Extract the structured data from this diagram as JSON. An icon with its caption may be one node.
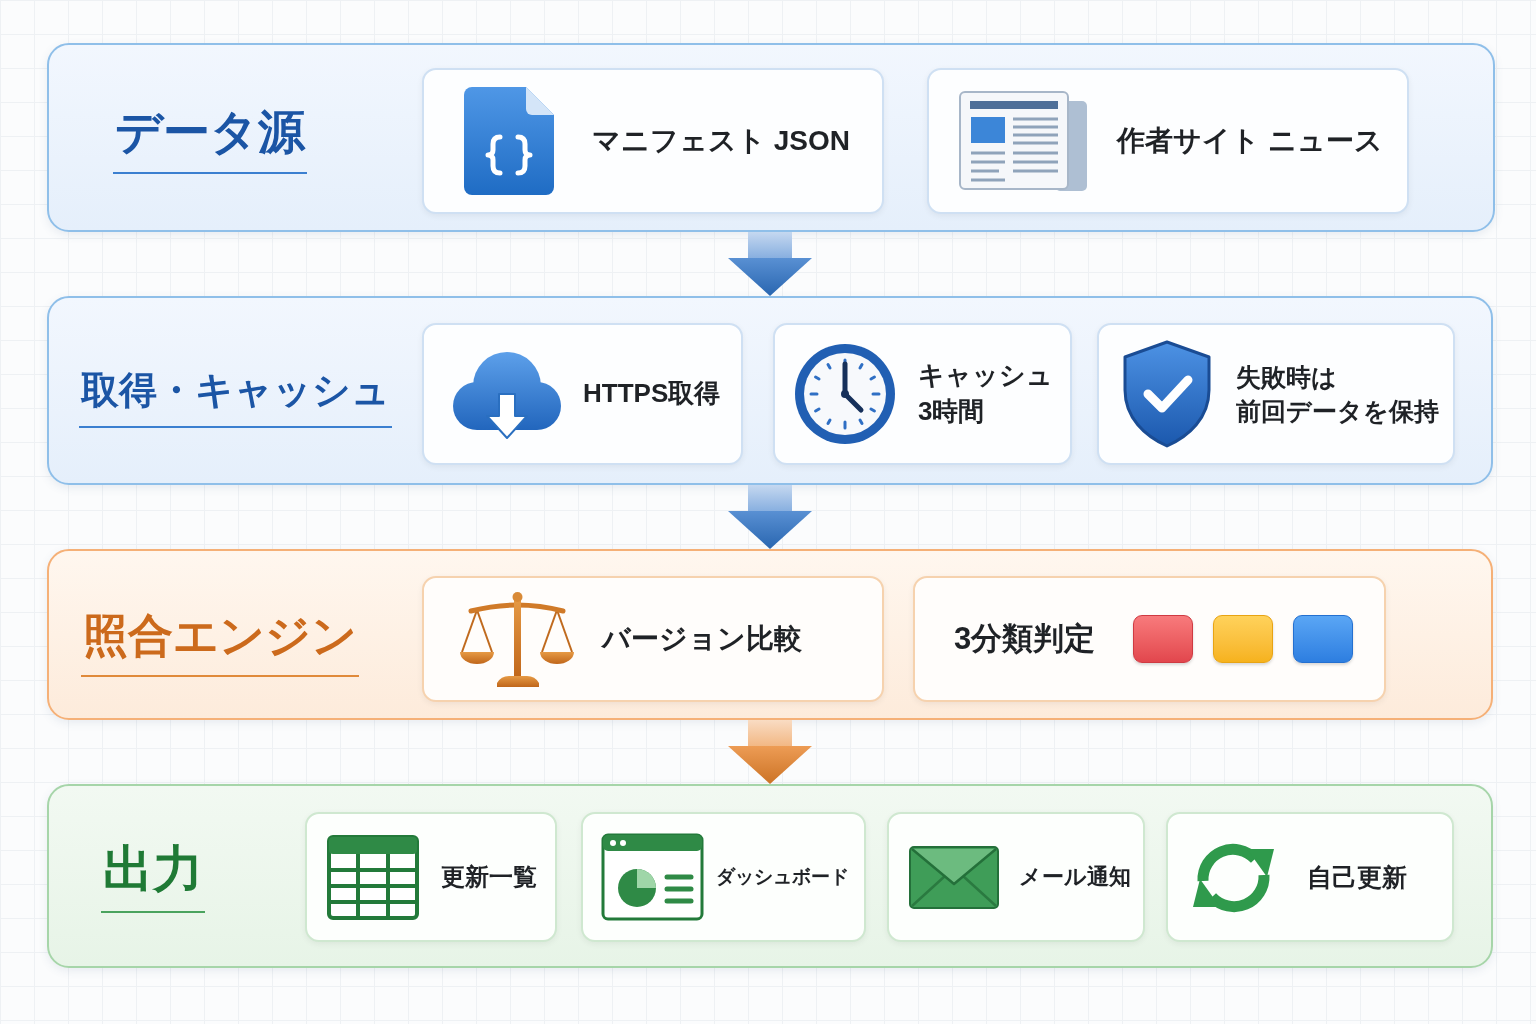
{
  "diagram": {
    "nodes": [
      {
        "text": [
          "データ源"
        ]
      },
      {
        "text": [
          "マニフェスト JSON"
        ],
        "in": 0
      },
      {
        "text": [
          "作者サイト ニュース"
        ],
        "in": 0
      },
      {
        "text": [
          "取得・キャッシュ"
        ]
      },
      {
        "text": [
          "HTTPS取得"
        ],
        "in": 3
      },
      {
        "text": [
          "キャッシュ3時間"
        ],
        "in": 3
      },
      {
        "text": [
          "失敗時は前回データを保持"
        ],
        "in": 3
      },
      {
        "text": [
          "照合エンジン"
        ]
      },
      {
        "text": [
          "バージョン比較"
        ],
        "in": 7
      },
      {
        "text": [
          "3分類判定"
        ],
        "in": 7
      },
      {
        "text": [
          "出力"
        ]
      },
      {
        "text": [
          "更新一覧"
        ],
        "in": 10
      },
      {
        "text": [
          "ダッシュボード"
        ],
        "in": 10
      },
      {
        "text": [
          "メール通知"
        ],
        "in": 10
      },
      {
        "text": [
          "自己更新"
        ],
        "in": 10
      }
    ],
    "edges": [
      {
        "from": 0,
        "to": 3,
        "arrow": "to",
        "style": "thick"
      },
      {
        "from": 3,
        "to": 7,
        "arrow": "to",
        "style": "thick"
      },
      {
        "from": 7,
        "to": 10,
        "arrow": "to",
        "style": "thick",
        "color": "#e8832a"
      }
    ]
  }
}
